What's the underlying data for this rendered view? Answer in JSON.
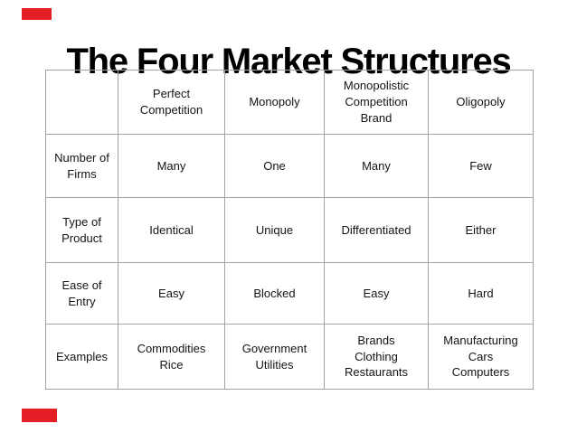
{
  "slide": {
    "title": "The Four Market Structures",
    "accent_color": "#e31e25",
    "border_color": "#a3a3a3",
    "background_color": "#ffffff"
  },
  "table": {
    "column_headers": {
      "corner": "",
      "c1": "Perfect\nCompetition",
      "c2": "Monopoly",
      "c3": "Monopolistic\nCompetition\nBrand",
      "c4": "Oligopoly"
    },
    "rows": [
      {
        "label": "Number of\nFirms",
        "cells": [
          "Many",
          "One",
          "Many",
          "Few"
        ]
      },
      {
        "label": "Type of\nProduct",
        "cells": [
          "Identical",
          "Unique",
          "Differentiated",
          "Either"
        ]
      },
      {
        "label": "Ease of\nEntry",
        "cells": [
          "Easy",
          "Blocked",
          "Easy",
          "Hard"
        ]
      },
      {
        "label": "Examples",
        "cells": [
          "Commodities\nRice",
          "Government\nUtilities",
          "Brands\nClothing\nRestaurants",
          "Manufacturing\nCars\nComputers"
        ]
      }
    ]
  }
}
